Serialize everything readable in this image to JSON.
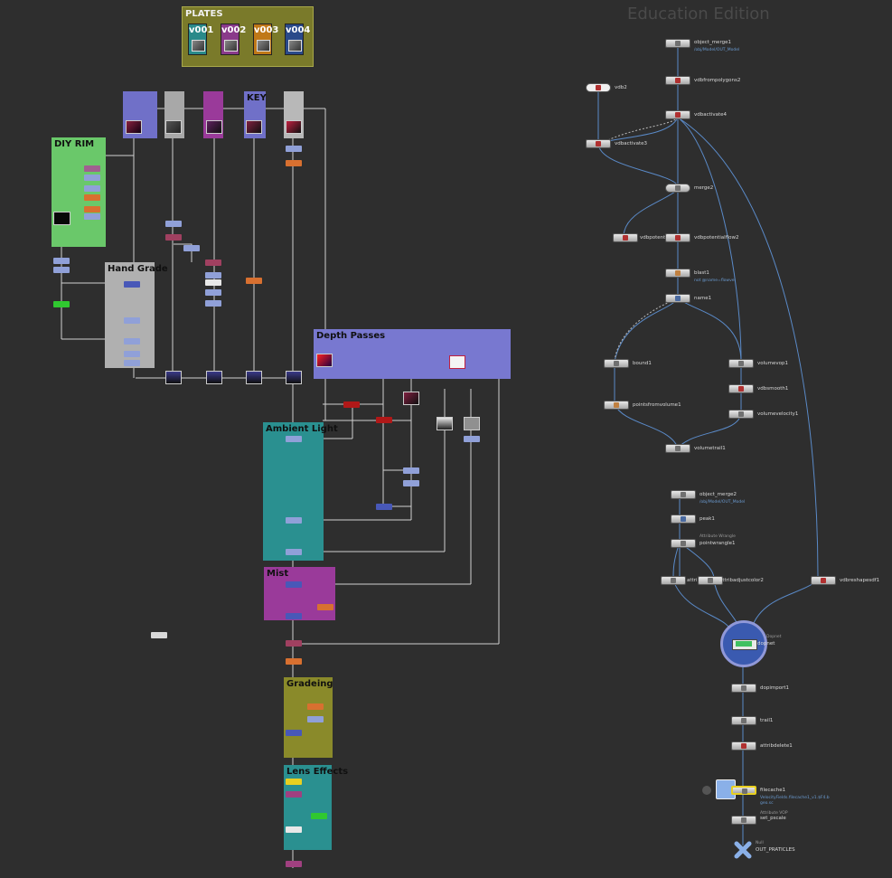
{
  "watermark": "Education Edition",
  "backdrops": {
    "plates": "PLATES",
    "key": "KEY",
    "diy_rim": "DIY RIM",
    "hand_grade": "Hand Grade",
    "depth_passes": "Depth Passes",
    "ambient_light": "Ambient Light",
    "mist": "Mist",
    "gradeing": "Gradeing",
    "lens_effects": "Lens Effects"
  },
  "plates": [
    {
      "label": "v001",
      "color": "#2a8a8a"
    },
    {
      "label": "v002",
      "color": "#8a3a8a"
    },
    {
      "label": "v003",
      "color": "#c07818"
    },
    {
      "label": "v004",
      "color": "#2a4a8a"
    }
  ],
  "houdini_nodes": {
    "object_merge1": "object_merge1",
    "object_merge1_path": "/obj/Model/OUT_Model",
    "vdbfrompolygons2": "vdbfrompolygons2",
    "vdb2": "vdb2",
    "vdbactivate4": "vdbactivate4",
    "vdbactivate3": "vdbactivate3",
    "merge2": "merge2",
    "vdbpotentialflow2": "vdbpotentialflow2",
    "vdbpotenti": "vdbpotenti",
    "blast1": "blast1",
    "blast1_sub": "not @name=flowvel",
    "name1": "name1",
    "bound1": "bound1",
    "volumevop1": "volumevop1",
    "vdbsmooth1": "vdbsmooth1",
    "pointsfromvolume1": "pointsfromvolume1",
    "volumevelocity1": "volumevelocity1",
    "volumetrail1": "volumetrail1",
    "object_merge2": "object_merge2",
    "object_merge2_path": "/obj/Model/OUT_Model",
    "peak1": "peak1",
    "pointwrangle1": "pointwrangle1",
    "attribwrangle_tag": "Attribute Wrangle",
    "attri": "attri",
    "attribadjustcolor2": "attribadjustcolor2",
    "vdbreshapesdf1": "vdbreshapesdf1",
    "dopnet": "dopnet",
    "dopnet_tag": "Dopnet",
    "dopimport1": "dopimport1",
    "trail1": "trail1",
    "attribdelete1": "attribdelete1",
    "filecache1": "filecache1",
    "filecache1_sub": "VelocityFields.filecache1_v1.$F4.b geo.sc",
    "set_pscale": "set_pscale",
    "set_pscale_tag": "Attribute VOP",
    "out_particles": "OUT_PRATICLES",
    "out_tag": "Null"
  }
}
